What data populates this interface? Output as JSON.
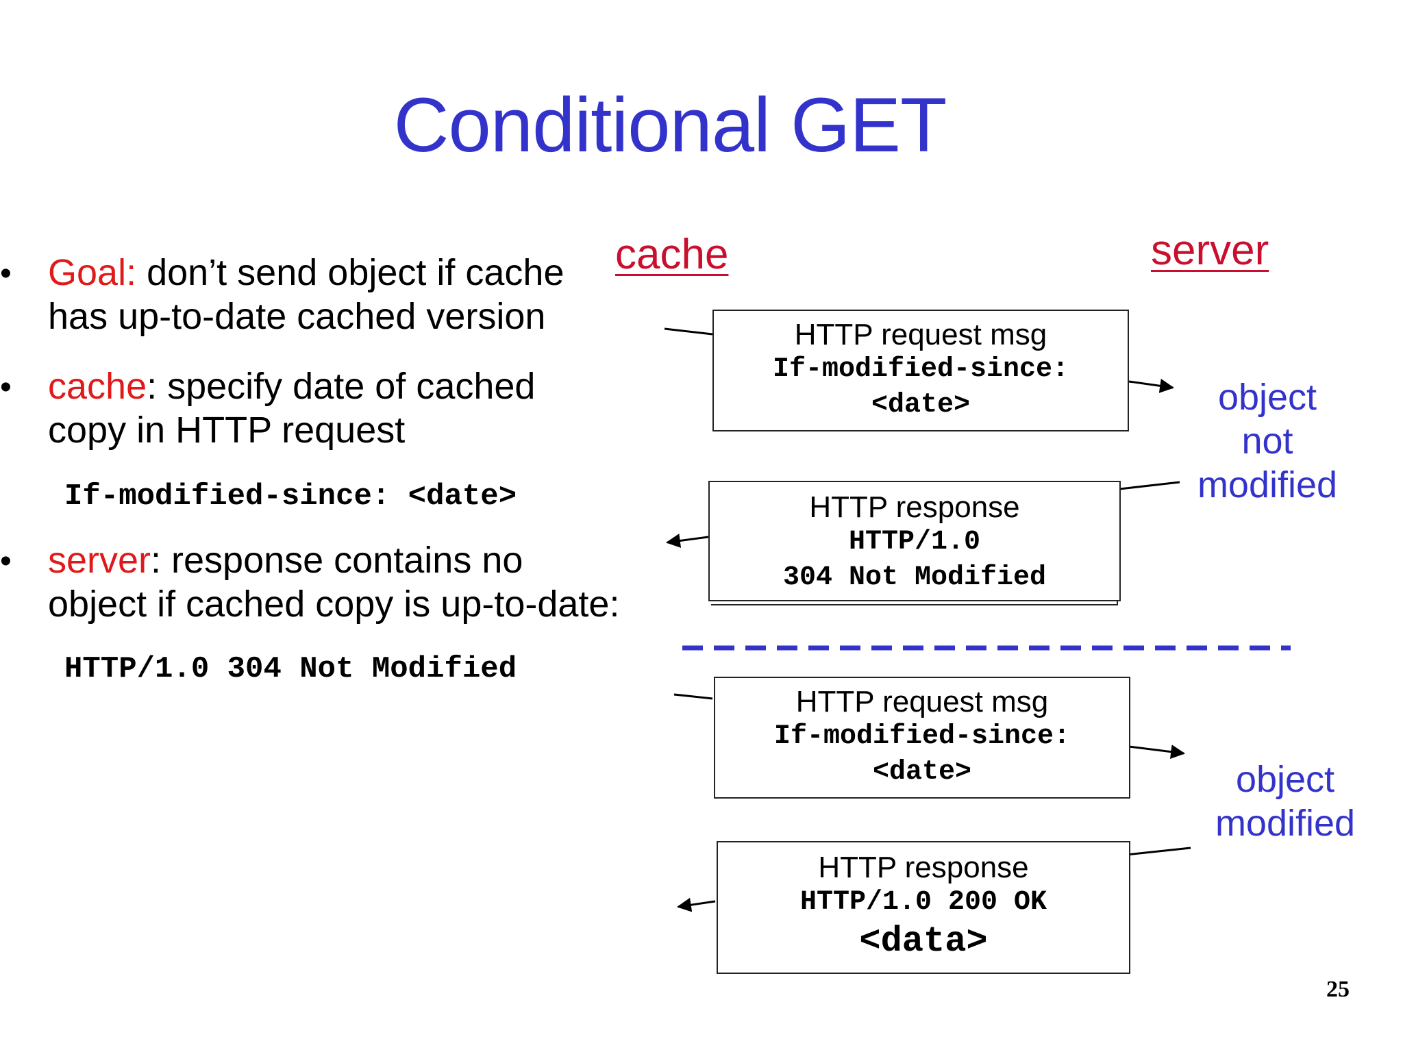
{
  "slide": {
    "title": "Conditional GET",
    "page_number": "25"
  },
  "bullets": [
    {
      "prefix": "Goal:",
      "line1": " don’t send object if cache",
      "line2": "has up-to-date cached version"
    },
    {
      "prefix": "cache",
      "line1": ": specify date of cached",
      "line2": "copy in HTTP request",
      "code": "If-modified-since: <date>"
    },
    {
      "prefix": "server",
      "line1": ": response contains no",
      "line2": "object if cached copy is up-to-date:",
      "code": "HTTP/1.0 304 Not Modified"
    }
  ],
  "bullet_symbol": "•",
  "diagram": {
    "cache_label": "cache",
    "server_label": "server",
    "scenario1": {
      "request": {
        "line1": "HTTP request msg",
        "line2": "If-modified-since:",
        "line3": "<date>"
      },
      "response": {
        "line1": "HTTP response",
        "line2": "HTTP/1.0",
        "line3": "304 Not Modified"
      },
      "state": [
        "object",
        "not",
        "modified"
      ]
    },
    "scenario2": {
      "request": {
        "line1": "HTTP request msg",
        "line2": "If-modified-since:",
        "line3": "<date>"
      },
      "response": {
        "line1": "HTTP response",
        "line2": "HTTP/1.0 200 OK",
        "line3": "<data>"
      },
      "state": [
        "object",
        "modified"
      ]
    }
  },
  "colors": {
    "title": "#3333cc",
    "keyword_red": "#e01a1a",
    "label_red": "#c8102e",
    "state_blue": "#3333cc"
  }
}
